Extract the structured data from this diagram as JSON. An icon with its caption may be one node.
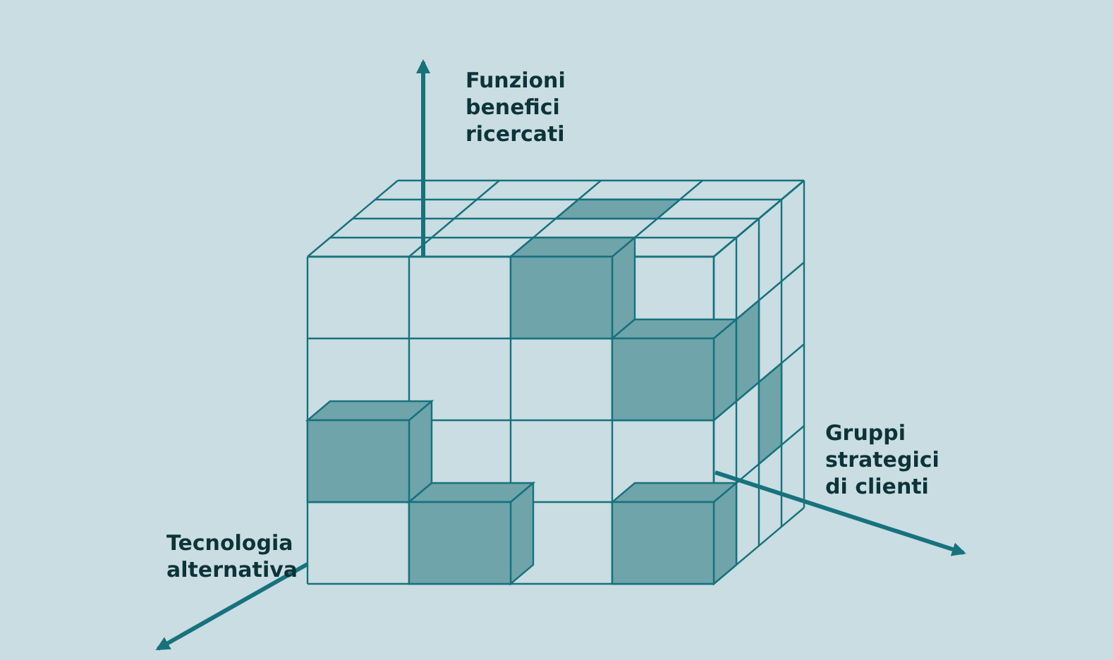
{
  "diagram": {
    "labels": [
      "Funzioni benefici ricercati",
      "Gruppi strategici di clienti",
      "Tecnologia alternativa"
    ]
  }
}
